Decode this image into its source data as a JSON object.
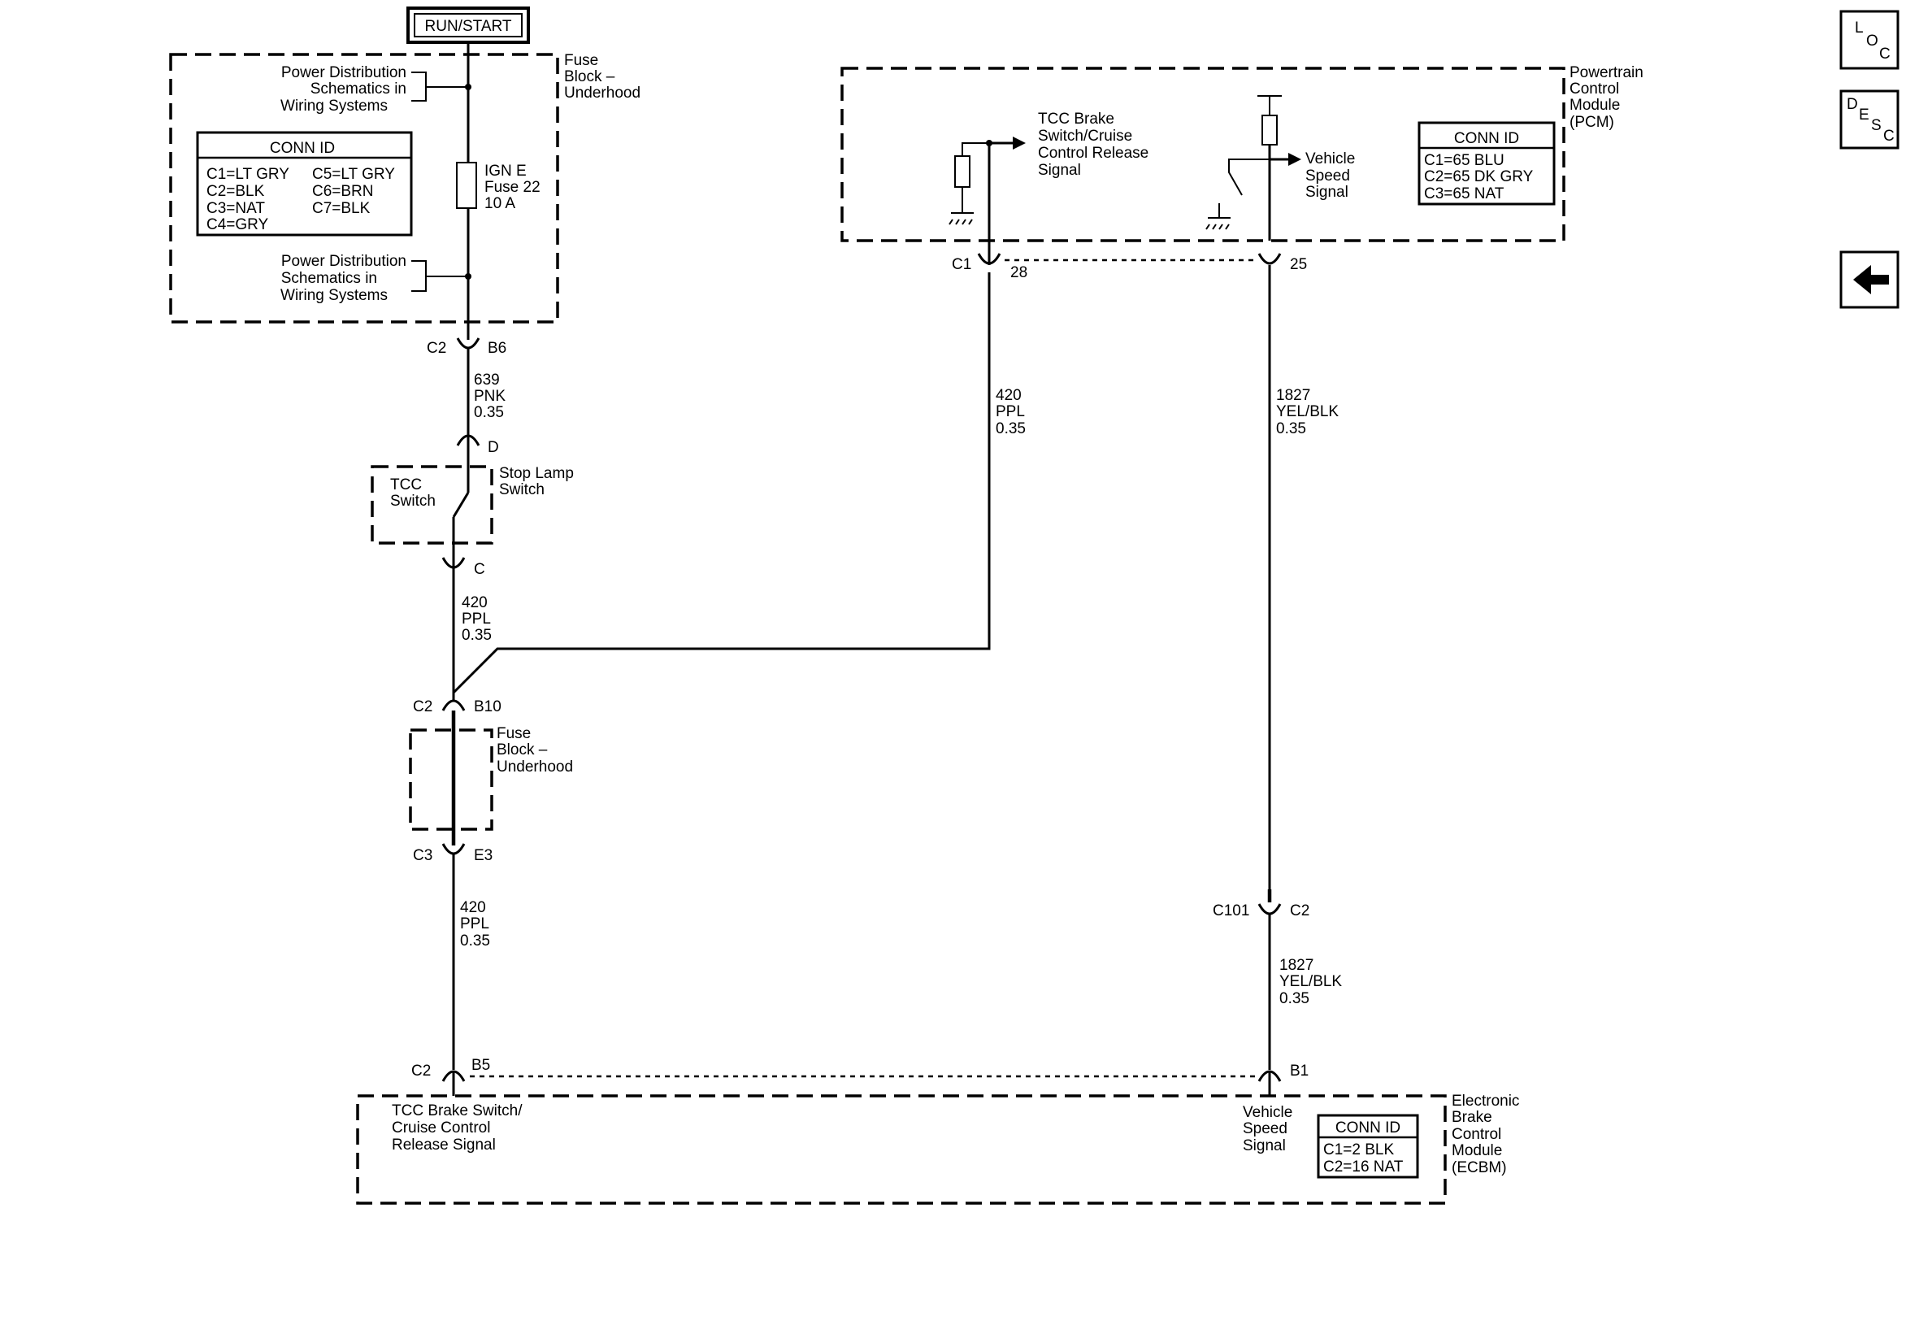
{
  "power": {
    "label": "RUN/START"
  },
  "fuse_block_top": {
    "name": [
      "Fuse",
      "Block –",
      "Underhood"
    ],
    "pds_top": [
      "Power Distribution",
      "Schematics in",
      "Wiring Systems"
    ],
    "pds_bottom": [
      "Power Distribution",
      "Schematics in",
      "Wiring Systems"
    ],
    "fuse": [
      "IGN E",
      "Fuse 22",
      "10 A"
    ],
    "conn_id": {
      "title": "CONN ID",
      "left": [
        "C1=LT GRY",
        "C2=BLK",
        "C3=NAT",
        "C4=GRY"
      ],
      "right": [
        "C5=LT GRY",
        "C6=BRN",
        "C7=BLK"
      ]
    },
    "connector": {
      "name": "C2",
      "pin": "B6"
    }
  },
  "wire_639": [
    "639",
    "PNK",
    "0.35"
  ],
  "stop_lamp": {
    "pin_top": "D",
    "pin_bottom": "C",
    "inner": [
      "TCC",
      "Switch"
    ],
    "name": [
      "Stop Lamp",
      "Switch"
    ]
  },
  "wire_420_a": [
    "420",
    "PPL",
    "0.35"
  ],
  "fuse_block_bottom": {
    "name": [
      "Fuse",
      "Block –",
      "Underhood"
    ],
    "conn_top": {
      "name": "C2",
      "pin": "B10"
    },
    "conn_bottom": {
      "name": "C3",
      "pin": "E3"
    }
  },
  "wire_420_b": [
    "420",
    "PPL",
    "0.35"
  ],
  "pcm": {
    "name": [
      "Powertrain",
      "Control",
      "Module",
      "(PCM)"
    ],
    "tcc_signal": [
      "TCC Brake",
      "Switch/Cruise",
      "Control Release",
      "Signal"
    ],
    "vss_signal": [
      "Vehicle",
      "Speed",
      "Signal"
    ],
    "conn_id": {
      "title": "CONN ID",
      "rows": [
        "C1=65 BLU",
        "C2=65 DK GRY",
        "C3=65 NAT"
      ]
    },
    "conn_c1": {
      "name": "C1",
      "pin": "28"
    },
    "conn_25": {
      "pin": "25"
    }
  },
  "wire_420_pcm": [
    "420",
    "PPL",
    "0.35"
  ],
  "wire_1827_a": [
    "1827",
    "YEL/BLK",
    "0.35"
  ],
  "inline_connector": {
    "name": "C101",
    "pin": "C2"
  },
  "wire_1827_b": [
    "1827",
    "YEL/BLK",
    "0.35"
  ],
  "ecbm": {
    "name": [
      "Electronic",
      "Brake",
      "Control",
      "Module",
      "(ECBM)"
    ],
    "tcc_signal": [
      "TCC Brake Switch/",
      "Cruise Control",
      "Release Signal"
    ],
    "vss_signal": [
      "Vehicle",
      "Speed",
      "Signal"
    ],
    "conn_id": {
      "title": "CONN ID",
      "rows": [
        "C1=2 BLK",
        "C2=16 NAT"
      ]
    },
    "conn_b5": {
      "name": "C2",
      "pin": "B5"
    },
    "conn_b1": {
      "pin": "B1"
    }
  },
  "nav": {
    "loc": [
      "L",
      "O",
      "C"
    ],
    "desc": [
      "D",
      "E",
      "S",
      "C"
    ],
    "back_icon": "left-arrow-icon"
  }
}
